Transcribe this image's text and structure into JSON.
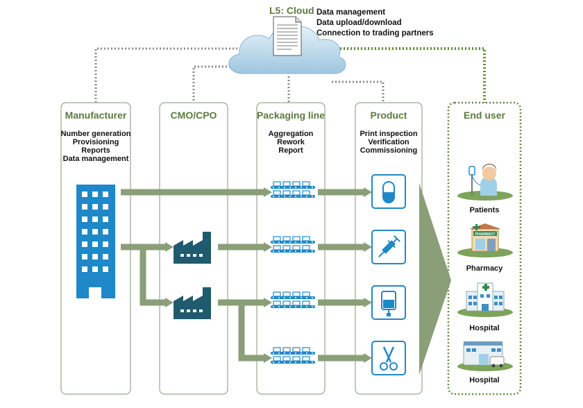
{
  "cloud": {
    "title": "L5: Cloud",
    "items": [
      "Data management",
      "Data upload/download",
      "Connection to trading partners"
    ]
  },
  "columns": [
    {
      "title": "Manufacturer",
      "items": [
        "Number generation",
        "Provisioning",
        "Reports",
        "Data management"
      ]
    },
    {
      "title": "CMO/CPO",
      "items": []
    },
    {
      "title": "Packaging line",
      "items": [
        "Aggregation",
        "Rework",
        "Report"
      ]
    },
    {
      "title": "Product",
      "items": [
        "Print inspection",
        "Verification",
        "Commissioning"
      ]
    },
    {
      "title": "End user",
      "items": []
    }
  ],
  "products": [
    {
      "icon": "capsule-icon"
    },
    {
      "icon": "syringe-icon"
    },
    {
      "icon": "iv-bag-icon"
    },
    {
      "icon": "scissors-icon"
    }
  ],
  "end_users": [
    {
      "label": "Patients",
      "icon": "patient-icon"
    },
    {
      "label": "Pharmacy",
      "icon": "pharmacy-icon"
    },
    {
      "label": "Hospital",
      "icon": "hospital-icon"
    },
    {
      "label": "Hospital",
      "icon": "hospital-ambulance-icon"
    }
  ],
  "pharmacy_sign": "PHARMACY",
  "colors": {
    "accent_green": "#5a7a3e",
    "flow_green": "#8a9e78",
    "icon_blue": "#1e88c8",
    "factory_teal": "#1f5a6e",
    "dotted_line": "#888888",
    "end_user_dotted": "#5f8a3a"
  }
}
